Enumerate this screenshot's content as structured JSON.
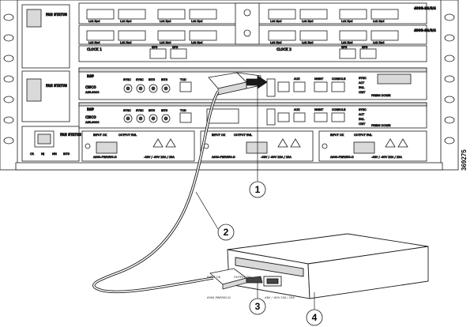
{
  "figure_id": "369275",
  "colors": {
    "line": "#1a1a1a",
    "fill": "#ffffff",
    "shade": "#d9d9d9",
    "dark": "#444444"
  },
  "callouts": [
    {
      "number": "1"
    },
    {
      "number": "2"
    },
    {
      "number": "3"
    },
    {
      "number": "4"
    }
  ],
  "chassis": {
    "line_cards_top": [
      {
        "label": "400G-SA/8/4",
        "ports": [
          "Lnk Spd",
          "Lnk Spd",
          "Lnk Spd",
          "Lnk Spd",
          "Lnk Spd",
          "Lnk Spd",
          "Lnk Spd",
          "Lnk Spd"
        ]
      },
      {
        "label": "400G-SA/8/4",
        "ports": [
          "Lnk Spd",
          "Lnk Spd",
          "Lnk Spd",
          "Lnk Spd",
          "Lnk Spd",
          "Lnk Spd",
          "Lnk Spd",
          "Lnk Spd"
        ]
      }
    ],
    "clock_card": {
      "label": "CLOCK 1",
      "label2": "CLOCK 2",
      "ports": [
        "GPS",
        "GPS",
        "GPS",
        "GPS"
      ]
    },
    "fan_module_left": {
      "label": "FAN STATUS",
      "label2": "FAN STATUS"
    },
    "rsp_cards": [
      {
        "label": "RSP",
        "brand": "CISCO",
        "model": "ASR-9000",
        "ports": [
          "SYNC",
          "SYNC",
          "BITS",
          "BITS"
        ],
        "console": "CONSOLE",
        "aux": "AUX",
        "mgmt": "MGMT",
        "tod": "TOD",
        "status": [
          "SYNC",
          "ACT",
          "FAIL",
          "CRIT"
        ],
        "led_label": "PRESS DOWN"
      },
      {
        "label": "RSP",
        "brand": "CISCO",
        "model": "ASR-9000",
        "ports": [
          "SYNC",
          "SYNC",
          "BITS",
          "BITS"
        ],
        "console": "CONSOLE",
        "aux": "AUX",
        "mgmt": "MGMT",
        "tod": "TOD",
        "status": [
          "SYNC",
          "ACT",
          "FAIL",
          "CRIT"
        ],
        "led_label": "PRESS DOWN"
      }
    ],
    "power_modules": [
      {
        "label": "A900-PWR550-D",
        "input": "INPUT OK",
        "output": "OUTPUT FAIL",
        "rating": "-48V / -60V  25A / 25A"
      },
      {
        "label": "A900-PWR550-D",
        "input": "INPUT OK",
        "output": "OUTPUT FAIL",
        "rating": "-48V / -60V  25A / 25A"
      },
      {
        "label": "A900-PWR550-D",
        "input": "INPUT OK",
        "output": "OUTPUT FAIL",
        "rating": "-48V / -60V  25A / 25A"
      }
    ],
    "alarm_panel": {
      "label": "FAN STATUS",
      "alarms": [
        "CR",
        "MJ",
        "MN",
        "BITS"
      ]
    }
  },
  "device": {
    "module_labels": [
      "INPUT OK",
      "OUTPUT FAIL",
      "A900-PWR550-D",
      "-48V / -60V 25A / 25A"
    ]
  }
}
